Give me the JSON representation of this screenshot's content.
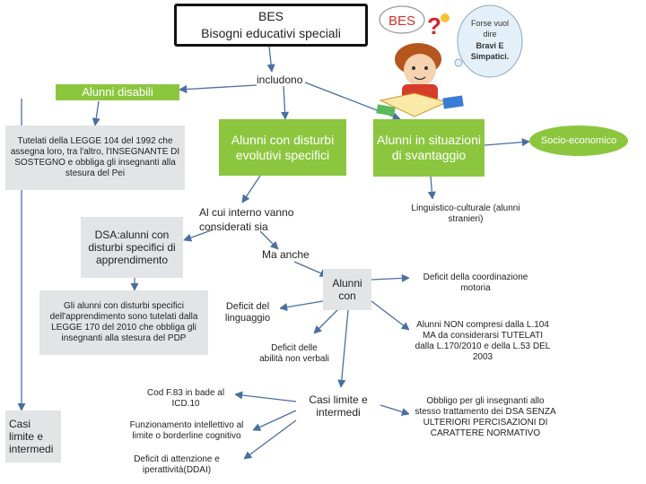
{
  "title": {
    "line1": "BES",
    "line2": "Bisogni educativi speciali"
  },
  "connectors": {
    "includono": "includono",
    "al_cui_interno": "Al cui interno vanno considerati sia",
    "ma_anche": "Ma anche"
  },
  "illustration": {
    "bes_bubble": "BES",
    "thought_line1": "Forse vuol",
    "thought_line2": "dire",
    "thought_bold1": "Bravi E",
    "thought_bold2": "Simpatici."
  },
  "nodes": {
    "alunni_disabili": "Alunni disabili",
    "tutelati_legge104": "Tutelati della LEGGE 104 del 1992 che assegna loro, tra l'altro, l'INSEGNANTE DI SOSTEGNO e obbliga gli insegnanti alla stesura del Pei",
    "alunni_dse": "Alunni con disturbi evolutivi specifici",
    "alunni_svantaggio": "Alunni in situazioni di svantaggio",
    "socio_economico": "Socio-economico",
    "linguistico_culturale": "Linguistico-culturale (alunni stranieri)",
    "dsa": "DSA:alunni con disturbi specifici di apprendimento",
    "legge170": "Gli alunni con disturbi specifici dell'apprendimento sono tutelati dalla LEGGE 170 del 2010 che obbliga gli insegnanti alla stesura del PDP",
    "alunni_con": "Alunni con",
    "deficit_linguaggio": "Deficit del linguaggio",
    "deficit_abilita": "Deficit delle abilità non verbali",
    "deficit_coordinazione": "Deficit della coordinazione motoria",
    "alunni_non_compresi": "Alunni NON compresi dalla L.104 MA da considerarsi TUTELATI dalla L.170/2010 e della L.53 DEL 2003",
    "cod_f83": "Cod F.83 in bade al ICD.10",
    "funzionamento": "Funzionamento intellettivo al limite o borderline cognitivo",
    "deficit_attenzione": "Deficit di attenzione e iperattività(DDAI)",
    "casi_limite_left": "Casi limite e intermedi",
    "casi_limite_mid": "Casi limite e intermedi",
    "obbligo": "Obbligo per gli insegnanti allo stesso trattamento dei DSA SENZA ULTERIORI PERCISAZIONI DI CARATTERE NORMATIVO"
  },
  "colors": {
    "green": "#8cc63f",
    "grey": "#e2e4e6",
    "connector": "#4a6fa0"
  }
}
